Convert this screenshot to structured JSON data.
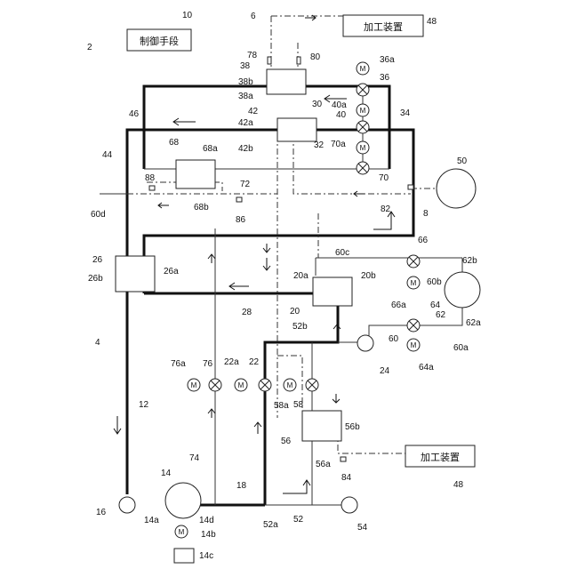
{
  "boxes": {
    "control_means": "制御手段",
    "processing_device_top": "加工装置",
    "processing_device_bottom": "加工装置"
  },
  "motor_symbol": "M",
  "labels": {
    "n10": "10",
    "n2": "2",
    "n6": "6",
    "n48a": "48",
    "n78": "78",
    "n80": "80",
    "n38": "38",
    "n38b": "38b",
    "n38a": "38a",
    "n30": "30",
    "n36a": "36a",
    "n36": "36",
    "n40a": "40a",
    "n40": "40",
    "n34": "34",
    "n46": "46",
    "n42": "42",
    "n42a": "42a",
    "n42b": "42b",
    "n32": "32",
    "n70a": "70a",
    "n70": "70",
    "n68": "68",
    "n68a": "68a",
    "n44": "44",
    "n88": "88",
    "n72": "72",
    "n68b": "68b",
    "n86": "86",
    "n82": "82",
    "n8": "8",
    "n50": "50",
    "n60d": "60d",
    "n60c": "60c",
    "n66": "66",
    "n62b": "62b",
    "n60b": "60b",
    "n26": "26",
    "n26b": "26b",
    "n26a": "26a",
    "n20a": "20a",
    "n20b": "20b",
    "n20": "20",
    "n28": "28",
    "n66a": "66a",
    "n62": "62",
    "n64": "64",
    "n62a": "62a",
    "n52b": "52b",
    "n60": "60",
    "n24": "24",
    "n60a": "60a",
    "n64a": "64a",
    "n4": "4",
    "n76a": "76a",
    "n76": "76",
    "n22a": "22a",
    "n22": "22",
    "n58a": "58a",
    "n58": "58",
    "n12": "12",
    "n56": "56",
    "n56b": "56b",
    "n56a": "56a",
    "n84": "84",
    "n48b": "48",
    "n74": "74",
    "n14": "14",
    "n18": "18",
    "n16": "16",
    "n14a": "14a",
    "n14d": "14d",
    "n52a": "52a",
    "n52": "52",
    "n54": "54",
    "n14b": "14b",
    "n14c": "14c"
  }
}
